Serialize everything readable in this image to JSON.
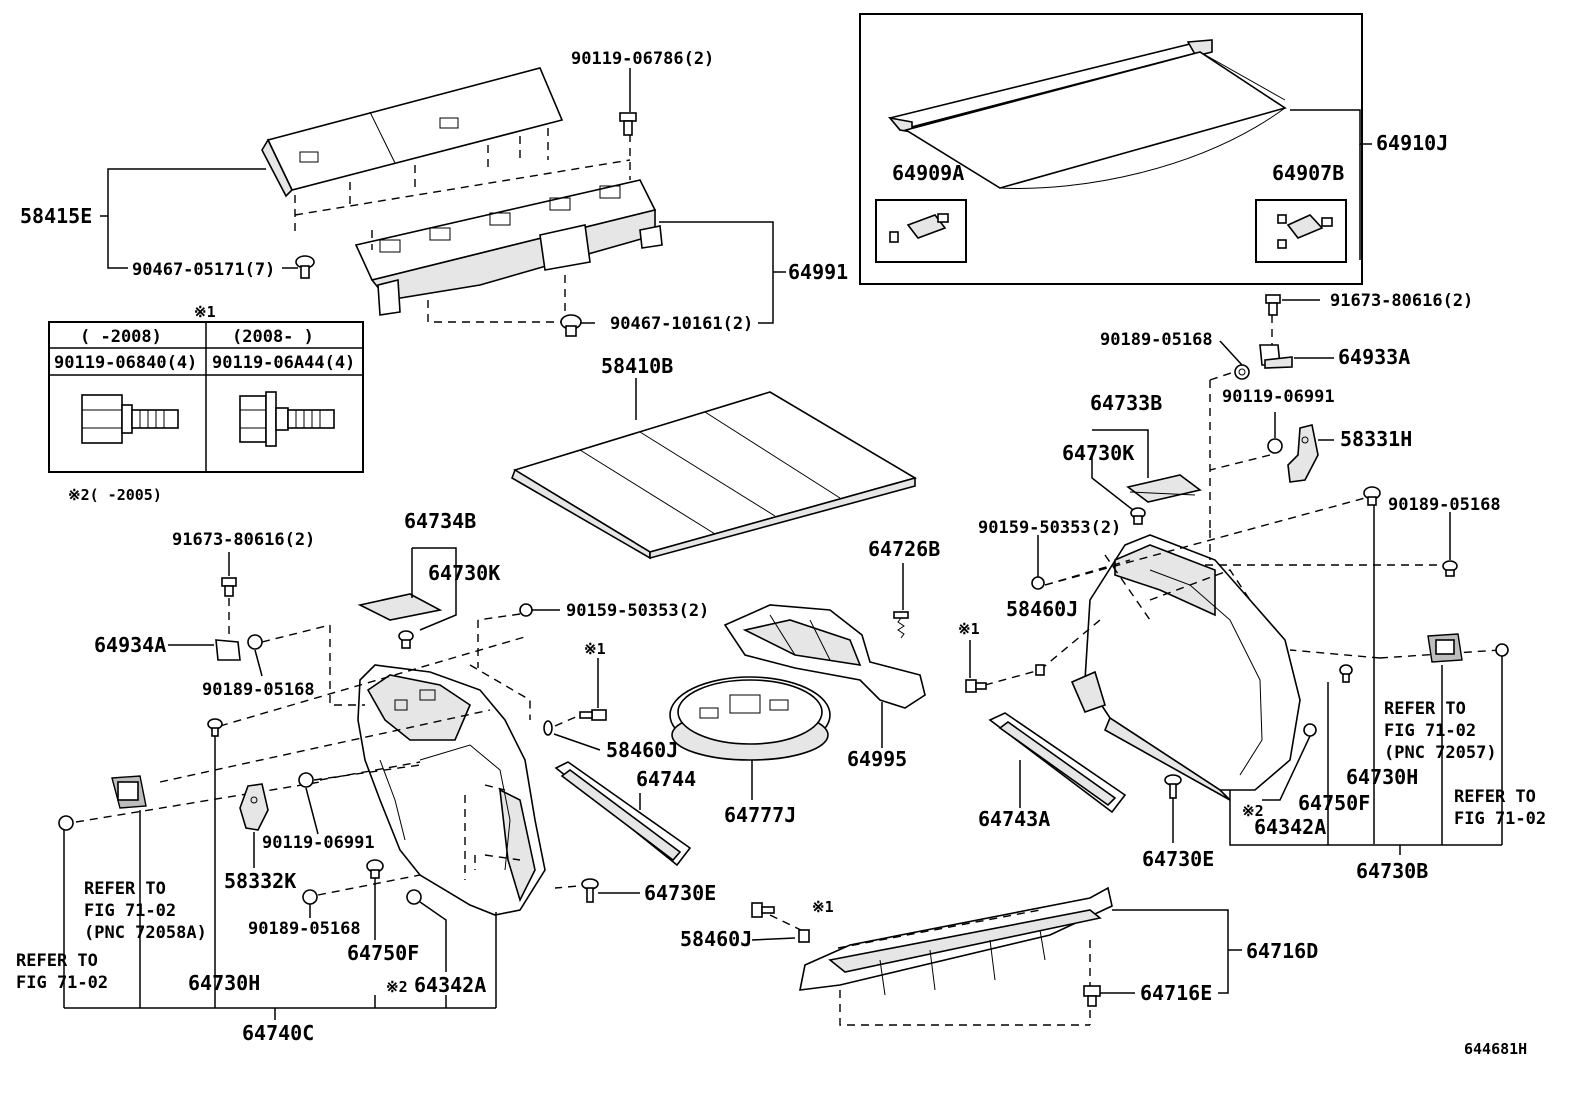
{
  "diagram_id": "644681H",
  "mark_1": "※1",
  "table": {
    "col1_range": "(      -2008)",
    "col2_range": "(2008-      )",
    "col1_part": "90119-06840(4)",
    "col2_part": "90119-06A44(4)"
  },
  "note2": "※2(      -2005)",
  "labels": {
    "p58415E": "58415E",
    "p90119_06786": "90119-06786(2)",
    "p90467_05171": "90467-05171(7)",
    "p64991": "64991",
    "p90467_10161": "90467-10161(2)",
    "p58410B": "58410B",
    "p64910J": "64910J",
    "p64909A": "64909A",
    "p64907B": "64907B",
    "p91673_80616_r": "91673-80616(2)",
    "p90189_05168_r1": "90189-05168",
    "p64933A": "64933A",
    "p90119_06991_r": "90119-06991",
    "p58331H": "58331H",
    "p64733B": "64733B",
    "p64730K_r": "64730K",
    "p90189_05168_r2": "90189-05168",
    "p90159_50353_r": "90159-50353(2)",
    "p58460J_r": "58460J",
    "mark1_r": "※1",
    "p64726B": "64726B",
    "p64734B": "64734B",
    "p64730K_l": "64730K",
    "p91673_80616_l": "91673-80616(2)",
    "p90159_50353_l": "90159-50353(2)",
    "p64934A": "64934A",
    "p90189_05168_l1": "90189-05168",
    "mark1_c": "※1",
    "p58460J_c": "58460J",
    "p64744": "64744",
    "p64777J": "64777J",
    "p64995": "64995",
    "p64743A": "64743A",
    "p64730E_r": "64730E",
    "p64342A_r": "64342A",
    "mark2_r": "※2",
    "p64750F_r": "64750F",
    "p64730H_r": "64730H",
    "p64730B": "64730B",
    "ref_r1_a": "REFER TO",
    "ref_r1_b": "FIG 71-02",
    "ref_r1_c": "(PNC 72057)",
    "ref_r2_a": "REFER TO",
    "ref_r2_b": "FIG 71-02",
    "p90119_06991_l": "90119-06991",
    "p58332K": "58332K",
    "p90189_05168_l2": "90189-05168",
    "p64750F_l": "64750F",
    "p64342A_l": "64342A",
    "mark2_l": "※2",
    "p64730H_l": "64730H",
    "p64740C": "64740C",
    "p64730E_l": "64730E",
    "ref_l1_a": "REFER TO",
    "ref_l1_b": "FIG 71-02",
    "ref_l1_c": "(PNC 72058A)",
    "ref_l2_a": "REFER TO",
    "ref_l2_b": "FIG 71-02",
    "mark1_b": "※1",
    "p58460J_b": "58460J",
    "p64716D": "64716D",
    "p64716E": "64716E"
  }
}
